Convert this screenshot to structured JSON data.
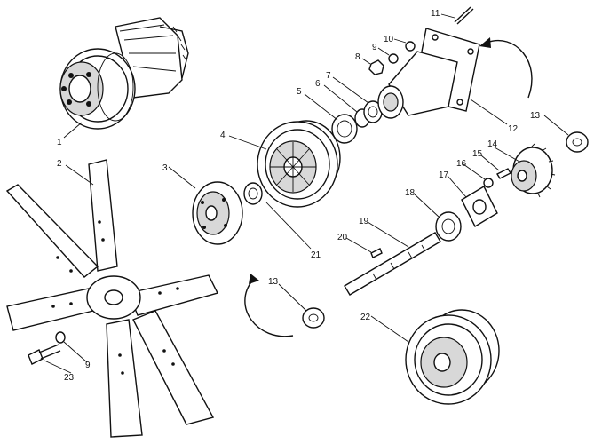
{
  "diagram": {
    "callouts": [
      {
        "id": "c1",
        "label": "1"
      },
      {
        "id": "c2",
        "label": "2"
      },
      {
        "id": "c3",
        "label": "3"
      },
      {
        "id": "c4",
        "label": "4"
      },
      {
        "id": "c5",
        "label": "5"
      },
      {
        "id": "c6",
        "label": "6"
      },
      {
        "id": "c7",
        "label": "7"
      },
      {
        "id": "c8",
        "label": "8"
      },
      {
        "id": "c9a",
        "label": "9"
      },
      {
        "id": "c9b",
        "label": "9"
      },
      {
        "id": "c10",
        "label": "10"
      },
      {
        "id": "c11",
        "label": "11"
      },
      {
        "id": "c12",
        "label": "12"
      },
      {
        "id": "c13a",
        "label": "13"
      },
      {
        "id": "c13b",
        "label": "13"
      },
      {
        "id": "c14",
        "label": "14"
      },
      {
        "id": "c15",
        "label": "15"
      },
      {
        "id": "c16",
        "label": "16"
      },
      {
        "id": "c17",
        "label": "17"
      },
      {
        "id": "c18",
        "label": "18"
      },
      {
        "id": "c19",
        "label": "19"
      },
      {
        "id": "c20",
        "label": "20"
      },
      {
        "id": "c21",
        "label": "21"
      },
      {
        "id": "c22",
        "label": "22"
      },
      {
        "id": "c23",
        "label": "23"
      }
    ],
    "colors": {
      "ink": "#111111",
      "paper": "#ffffff",
      "shade": "#d8d8d8"
    }
  }
}
